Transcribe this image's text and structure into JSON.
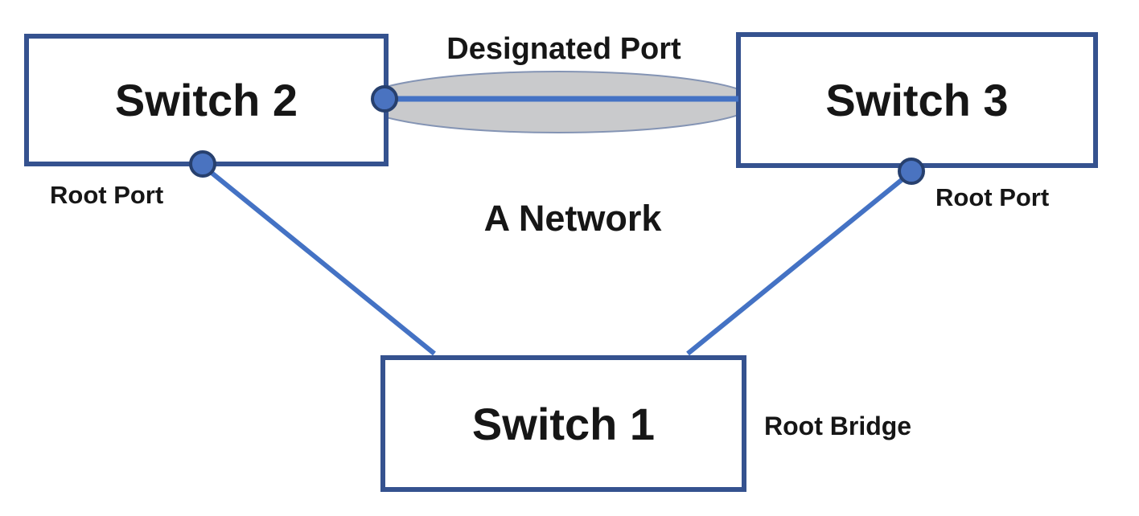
{
  "diagram": {
    "type": "network-topology",
    "title": "A Network",
    "nodes": [
      {
        "id": "switch2",
        "label": "Switch 2",
        "role_label": "Root Port"
      },
      {
        "id": "switch3",
        "label": "Switch 3",
        "role_label": "Root Port"
      },
      {
        "id": "switch1",
        "label": "Switch 1",
        "role_label": "Root Bridge"
      }
    ],
    "labels": {
      "designated_port": "Designated Port",
      "root_port_left": "Root Port",
      "root_port_right": "Root Port",
      "root_bridge": "Root Bridge",
      "network": "A Network"
    },
    "links": [
      {
        "from": "switch2",
        "to": "switch3",
        "note": "Designated Port segment (shared ellipse)"
      },
      {
        "from": "switch2",
        "to": "switch1",
        "note": "Root Port uplink"
      },
      {
        "from": "switch3",
        "to": "switch1",
        "note": "Root Port uplink"
      }
    ],
    "colors": {
      "box_border": "#35528f",
      "link": "#4472c4",
      "port_fill": "#4a73c0",
      "port_stroke": "#27406e",
      "segment_fill": "#c9cacc",
      "segment_stroke": "#8494b4",
      "text": "#161616",
      "bg": "#ffffff"
    }
  }
}
